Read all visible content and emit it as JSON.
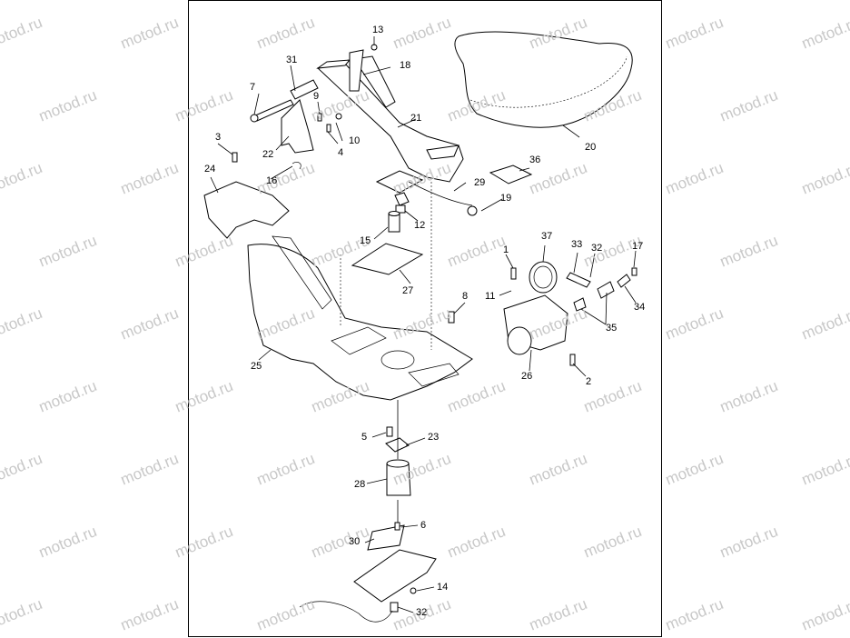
{
  "watermark": {
    "text": "motod.ru",
    "color": "#c8c8c8"
  },
  "diagram": {
    "parts": [
      {
        "number": "1"
      },
      {
        "number": "2"
      },
      {
        "number": "3"
      },
      {
        "number": "4"
      },
      {
        "number": "5"
      },
      {
        "number": "6"
      },
      {
        "number": "7"
      },
      {
        "number": "8"
      },
      {
        "number": "9"
      },
      {
        "number": "10"
      },
      {
        "number": "11"
      },
      {
        "number": "12"
      },
      {
        "number": "13"
      },
      {
        "number": "14"
      },
      {
        "number": "15"
      },
      {
        "number": "16"
      },
      {
        "number": "17"
      },
      {
        "number": "18"
      },
      {
        "number": "19"
      },
      {
        "number": "20"
      },
      {
        "number": "21"
      },
      {
        "number": "22"
      },
      {
        "number": "23"
      },
      {
        "number": "24"
      },
      {
        "number": "25"
      },
      {
        "number": "26"
      },
      {
        "number": "27"
      },
      {
        "number": "28"
      },
      {
        "number": "29"
      },
      {
        "number": "30"
      },
      {
        "number": "31"
      },
      {
        "number": "32"
      },
      {
        "number": "32"
      },
      {
        "number": "33"
      },
      {
        "number": "34"
      },
      {
        "number": "35"
      },
      {
        "number": "36"
      },
      {
        "number": "37"
      }
    ]
  }
}
